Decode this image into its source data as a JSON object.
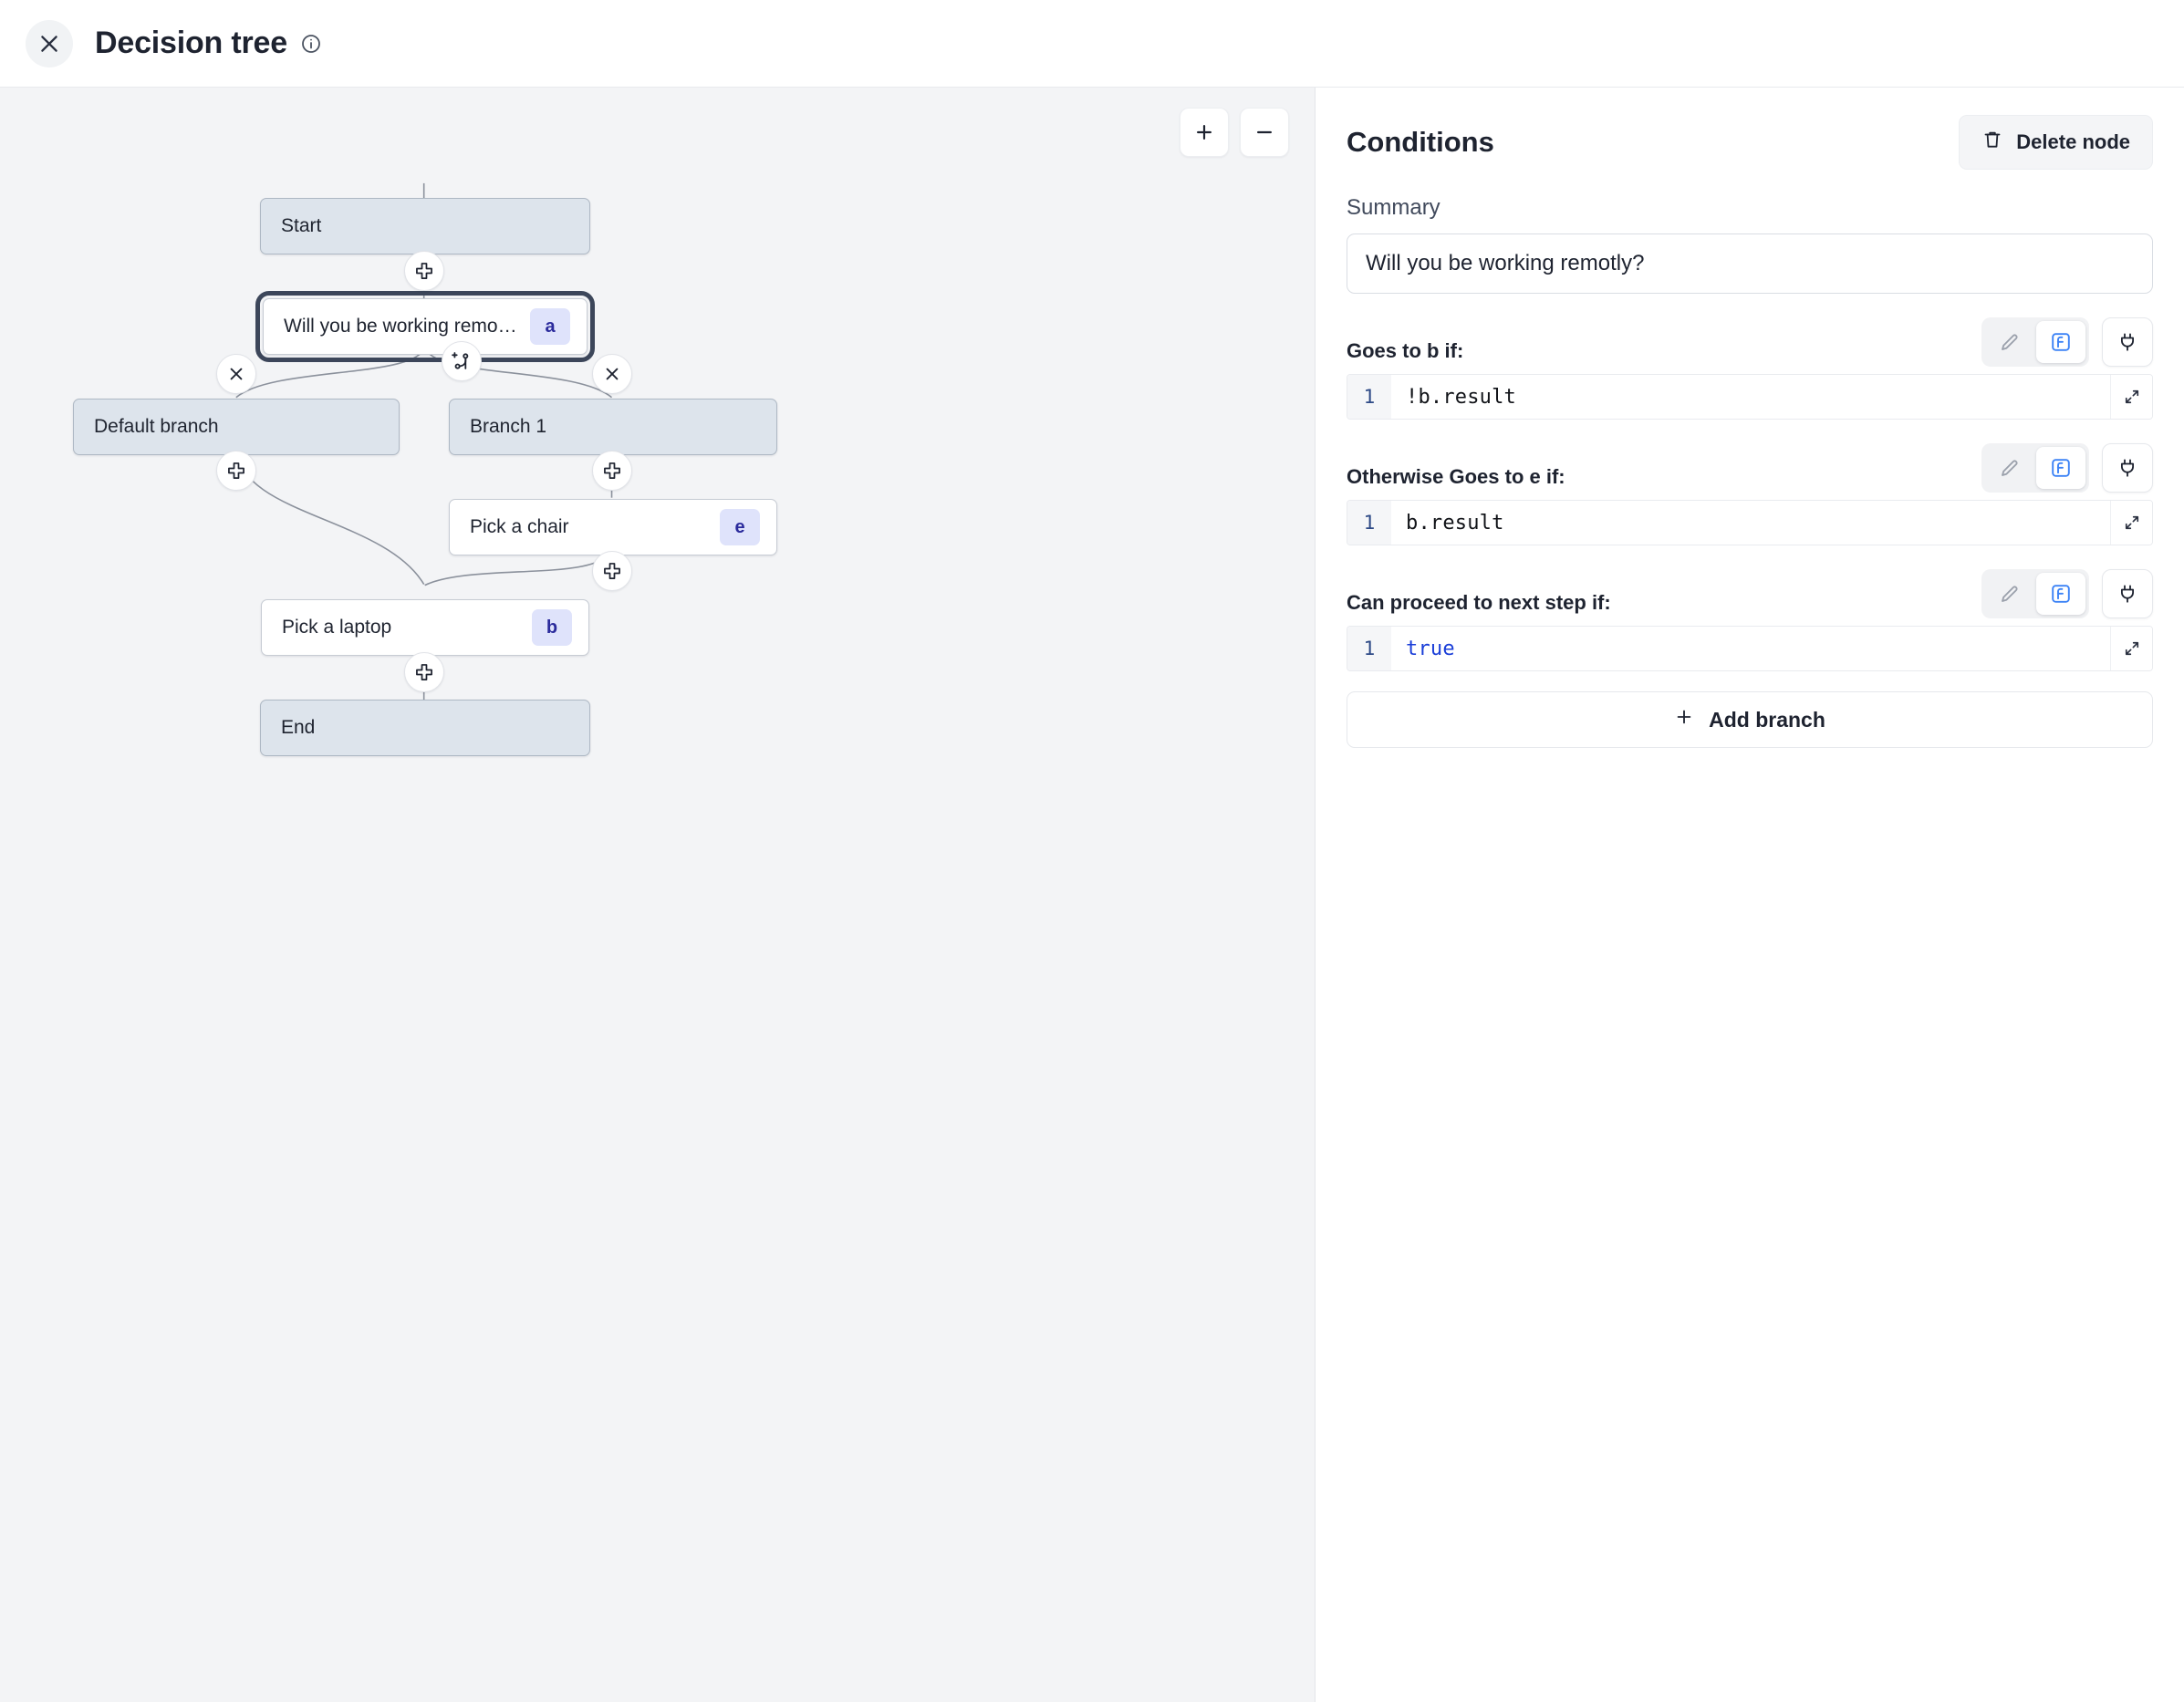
{
  "header": {
    "title": "Decision tree",
    "close_icon": "close-icon",
    "info_icon": "info-icon"
  },
  "canvas": {
    "zoom_in_label": "+",
    "zoom_out_label": "−",
    "nodes": [
      {
        "id": "start",
        "label": "Start",
        "badge": "",
        "kind": "block",
        "selected": false
      },
      {
        "id": "a",
        "label": "Will you be working remotly?",
        "badge": "a",
        "kind": "step",
        "selected": true
      },
      {
        "id": "default",
        "label": "Default branch",
        "badge": "",
        "kind": "block",
        "selected": false
      },
      {
        "id": "branch1",
        "label": "Branch 1",
        "badge": "",
        "kind": "block",
        "selected": false
      },
      {
        "id": "chair",
        "label": "Pick a chair",
        "badge": "e",
        "kind": "step",
        "selected": false
      },
      {
        "id": "laptop",
        "label": "Pick a laptop",
        "badge": "b",
        "kind": "step",
        "selected": false
      },
      {
        "id": "end",
        "label": "End",
        "badge": "",
        "kind": "block",
        "selected": false
      }
    ],
    "edge_buttons": [
      {
        "id": "add-after-start",
        "icon": "plus-icon"
      },
      {
        "id": "add-branch-from-a",
        "icon": "add-branch-icon"
      },
      {
        "id": "remove-default-branch",
        "icon": "close-icon"
      },
      {
        "id": "remove-branch-1",
        "icon": "close-icon"
      },
      {
        "id": "add-after-default",
        "icon": "plus-icon"
      },
      {
        "id": "add-after-branch1",
        "icon": "plus-icon"
      },
      {
        "id": "add-after-chair",
        "icon": "plus-icon"
      },
      {
        "id": "add-after-laptop",
        "icon": "plus-icon"
      }
    ]
  },
  "panel": {
    "title": "Conditions",
    "delete_label": "Delete node",
    "delete_icon": "trash-icon",
    "summary_label": "Summary",
    "summary_value": "Will you be working remotly?",
    "summary_placeholder": "Summary",
    "conditions": [
      {
        "label": "Goes to b if:",
        "code": "!b.result",
        "line": "1",
        "is_keyword": false
      },
      {
        "label": "Otherwise Goes to e if:",
        "code": "b.result",
        "line": "1",
        "is_keyword": false
      },
      {
        "label": "Can proceed to next step if:",
        "code": "true",
        "line": "1",
        "is_keyword": true
      }
    ],
    "tool_icons": {
      "edit": "pencil-icon",
      "formula": "formula-f-icon",
      "connect": "plug-icon",
      "expand": "expand-icon"
    },
    "add_branch_label": "Add branch"
  },
  "colors": {
    "canvas_bg": "#f3f4f6",
    "block_node": "#dde4ec",
    "badge_bg": "#dfe3fb",
    "badge_text": "#2b2b9c",
    "accent_blue": "#3b82f6",
    "selected_ring": "#3c465a"
  }
}
